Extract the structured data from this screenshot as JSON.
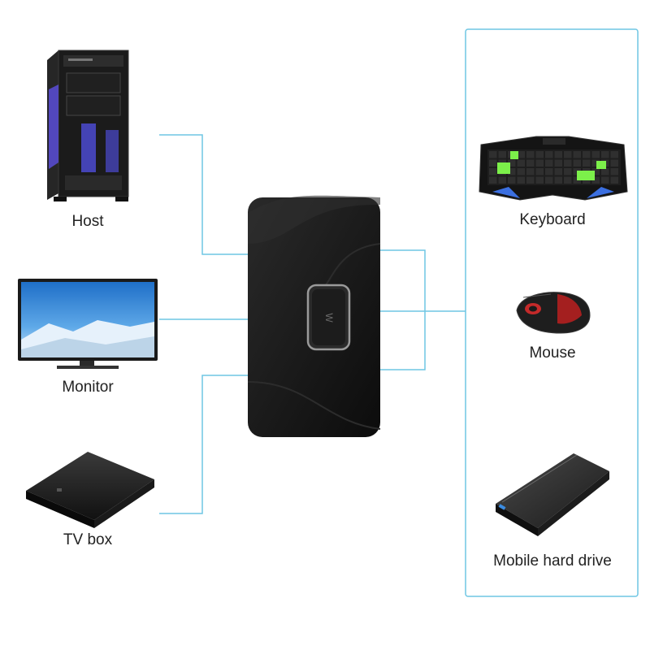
{
  "colors": {
    "line": "#6fc6e4",
    "device": "#141414",
    "screen": "#2a7fd0",
    "text": "#222222"
  },
  "left_devices": [
    {
      "id": "host",
      "label": "Host",
      "icon": "pc-tower-icon"
    },
    {
      "id": "monitor",
      "label": "Monitor",
      "icon": "monitor-icon"
    },
    {
      "id": "tvbox",
      "label": "TV box",
      "icon": "tv-box-icon"
    }
  ],
  "switch": {
    "icon": "kvm-switch-icon",
    "button_glyph": "W"
  },
  "right_devices": [
    {
      "id": "keyboard",
      "label": "Keyboard",
      "icon": "keyboard-icon"
    },
    {
      "id": "mouse",
      "label": "Mouse",
      "icon": "mouse-icon"
    },
    {
      "id": "hdd",
      "label": "Mobile hard drive",
      "icon": "hard-drive-icon"
    }
  ]
}
